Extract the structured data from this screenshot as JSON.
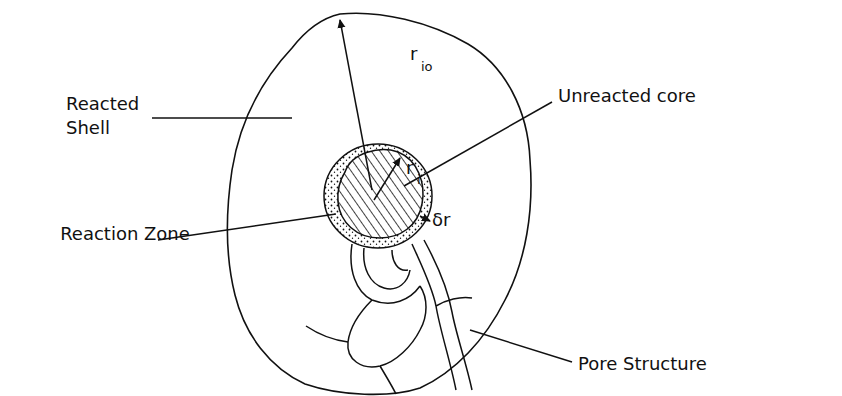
{
  "diagram": {
    "labels": [
      "r",
      "io",
      "Reacted Shell",
      "Unreacted core",
      "Reaction Zone",
      "r",
      "i",
      "δr",
      "Pore Structure"
    ]
  }
}
